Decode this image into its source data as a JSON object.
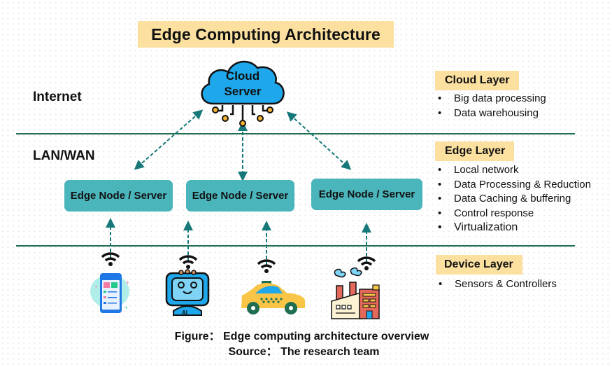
{
  "title": "Edge Computing Architecture",
  "zones": {
    "internet": "Internet",
    "lan_wan": "LAN/WAN"
  },
  "cloud": {
    "line1": "Cloud",
    "line2": "Server",
    "icon": "cloud-server-icon"
  },
  "edge_nodes": [
    {
      "label": "Edge Node / Server"
    },
    {
      "label": "Edge Node / Server"
    },
    {
      "label": "Edge Node / Server"
    }
  ],
  "devices": [
    {
      "name": "smartphone",
      "icon": "smartphone-app-icon"
    },
    {
      "name": "ai-robot",
      "icon": "ai-robot-icon"
    },
    {
      "name": "taxi",
      "icon": "taxi-car-icon"
    },
    {
      "name": "factory",
      "icon": "factory-icon"
    }
  ],
  "layers": [
    {
      "name": "Cloud Layer",
      "items": [
        "Big data processing",
        "Data warehousing"
      ]
    },
    {
      "name": "Edge Layer",
      "items": [
        "Local network",
        "Data Processing & Reduction",
        "Data Caching & buffering",
        "Control response",
        "Virtualization"
      ]
    },
    {
      "name": "Device Layer",
      "items": [
        "Sensors & Controllers"
      ]
    }
  ],
  "caption": {
    "figure": "Figure： Edge computing architecture overview",
    "source": "Source： The research team"
  },
  "colors": {
    "title_bg": "#fbe0a0",
    "divider": "#1f6e4f",
    "node_bg": "#4bb5bc",
    "arrow": "#17787a",
    "cloud": "#1ea7ea"
  }
}
